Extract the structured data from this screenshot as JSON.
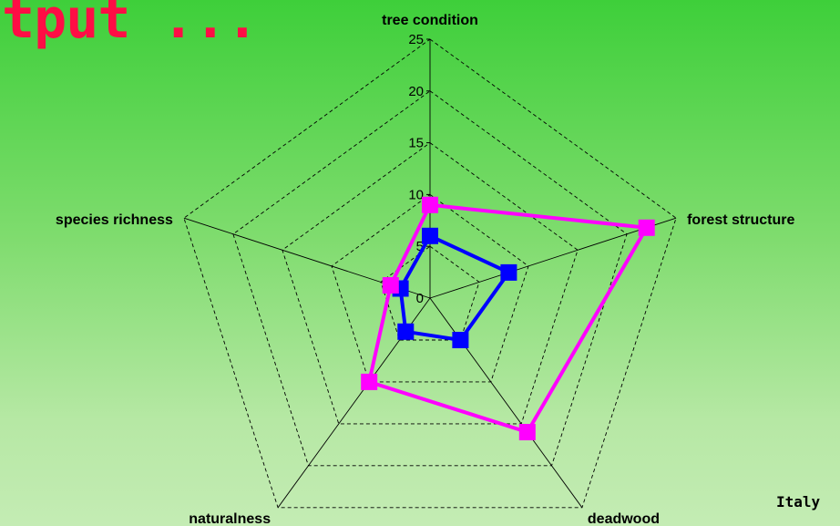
{
  "slide": {
    "title": "tput ...",
    "country": "Italy"
  },
  "chart_data": {
    "type": "radar",
    "axes": [
      "tree condition",
      "forest structure",
      "deadwood",
      "naturalness",
      "species richness"
    ],
    "ticks": [
      "0",
      "5",
      "10",
      "15",
      "20",
      "25"
    ],
    "rlim": [
      0,
      25
    ],
    "grid": true,
    "series": [
      {
        "values": [
          6,
          8,
          5,
          4,
          3
        ],
        "color": "#0000ff",
        "marker": "square"
      },
      {
        "values": [
          9,
          22,
          16,
          10,
          4
        ],
        "color": "#ff00ff",
        "marker": "square"
      }
    ]
  }
}
